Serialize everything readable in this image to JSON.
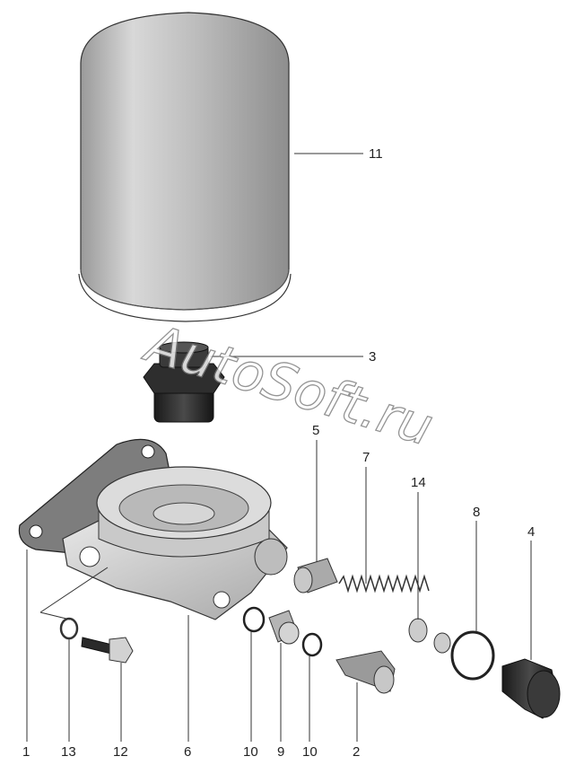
{
  "watermark": "AutoSoft.ru",
  "labels": {
    "p1": "1",
    "p2": "2",
    "p3": "3",
    "p4": "4",
    "p5": "5",
    "p6": "6",
    "p7": "7",
    "p8": "8",
    "p9": "9",
    "p10a": "10",
    "p10b": "10",
    "p11": "11",
    "p12": "12",
    "p13": "13",
    "p14": "14"
  }
}
